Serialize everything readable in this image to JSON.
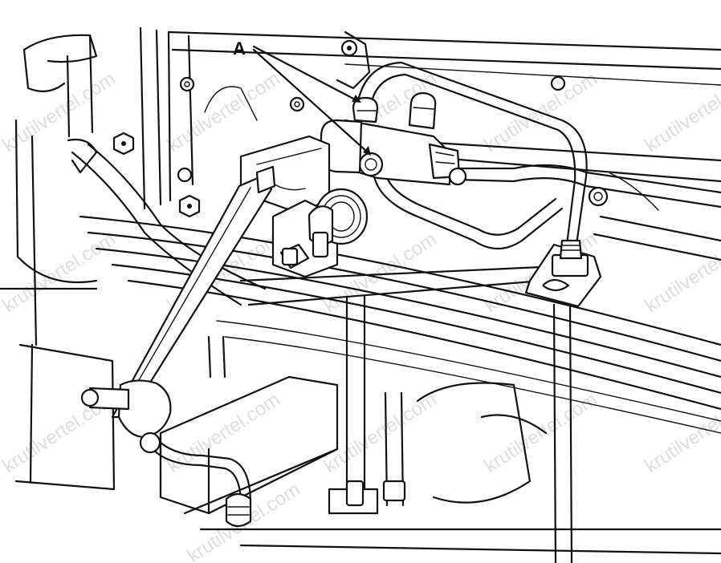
{
  "callout": {
    "label": "A"
  },
  "watermarks": [
    "krutilvertel.com",
    "krutilvertel.com",
    "krutilvertel.com",
    "krutilvertel.com",
    "krutilvertel.com",
    "krutilvertel.com",
    "krutilvertel.com",
    "krutilvertel.com",
    "krutilvertel.com",
    "krutilvertel.com",
    "krutilvertel.com",
    "krutilvertel.com",
    "krutilvertel.com",
    "krutilvertel.com",
    "krutilvertel.com",
    "krutilvertel.com"
  ]
}
